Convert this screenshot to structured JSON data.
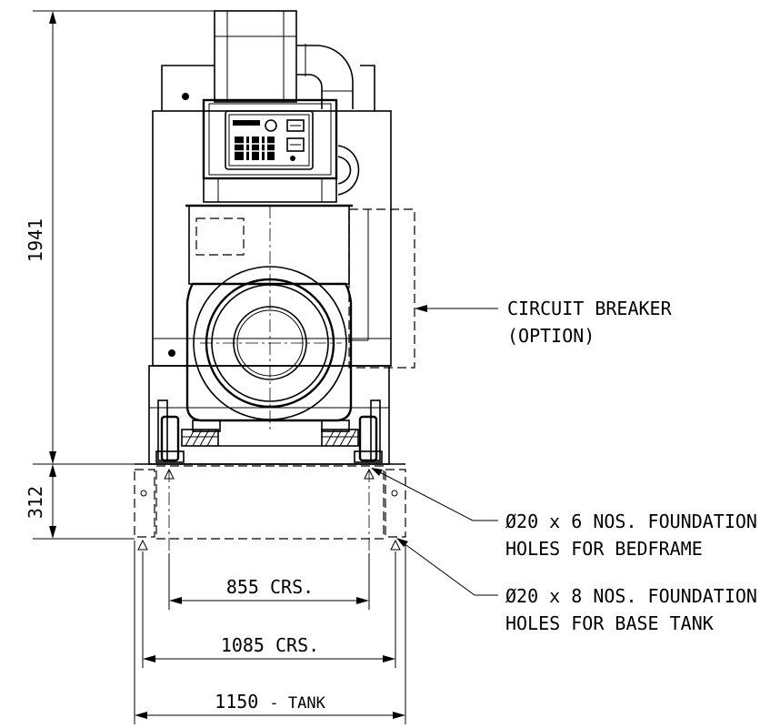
{
  "dimensions": {
    "overall_height": "1941",
    "tank_height": "312",
    "bedframe_crs": "855 CRS.",
    "tank_crs": "1085 CRS.",
    "tank_width_value": "1150",
    "tank_width_suffix": "- TANK"
  },
  "callouts": {
    "circuit_breaker_line1": "CIRCUIT BREAKER",
    "circuit_breaker_line2": "(OPTION)",
    "bedframe_holes_line1": "Ø20 x 6 NOS. FOUNDATION",
    "bedframe_holes_line2": "HOLES FOR BEDFRAME",
    "tank_holes_line1": "Ø20 x 8 NOS. FOUNDATION",
    "tank_holes_line2": "HOLES FOR BASE TANK"
  }
}
